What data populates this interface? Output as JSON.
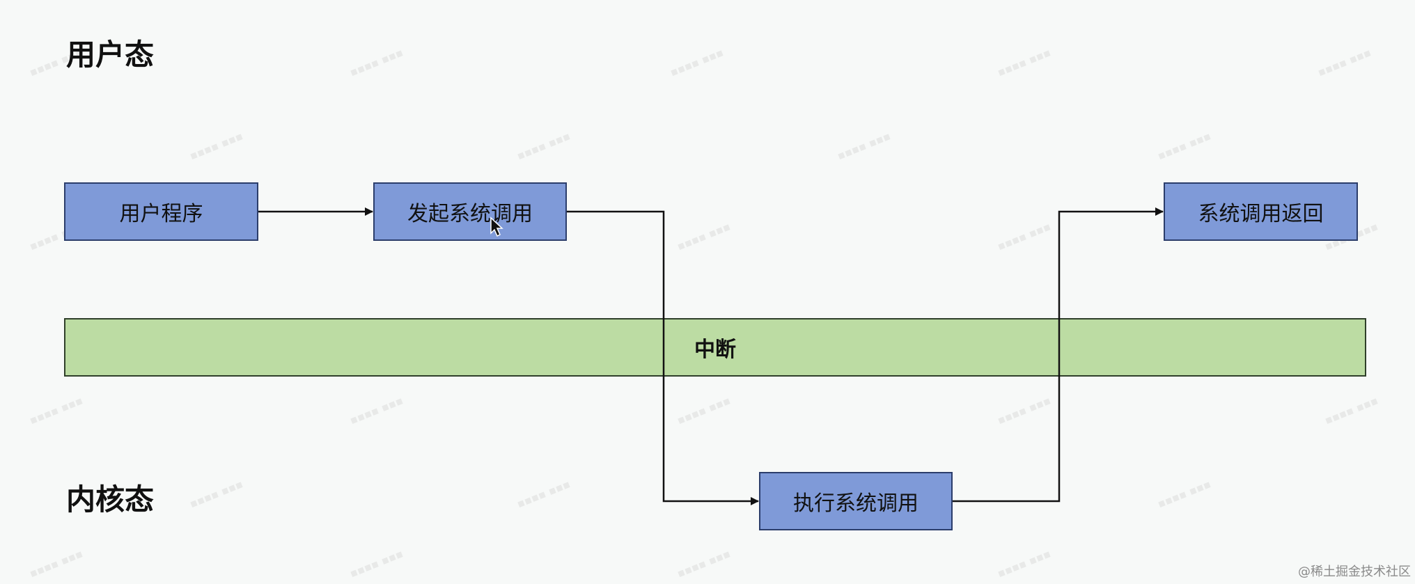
{
  "labels": {
    "user_mode": "用户态",
    "kernel_mode": "内核态"
  },
  "nodes": {
    "user_program": "用户程序",
    "initiate_syscall": "发起系统调用",
    "interrupt": "中断",
    "execute_syscall": "执行系统调用",
    "syscall_return": "系统调用返回"
  },
  "credit": "@稀土掘金技术社区",
  "colors": {
    "box_fill": "#7f9ad8",
    "box_border": "#2b3d6b",
    "bar_fill": "#bcdca3",
    "bar_border": "#2f3f2a",
    "line": "#111111"
  }
}
